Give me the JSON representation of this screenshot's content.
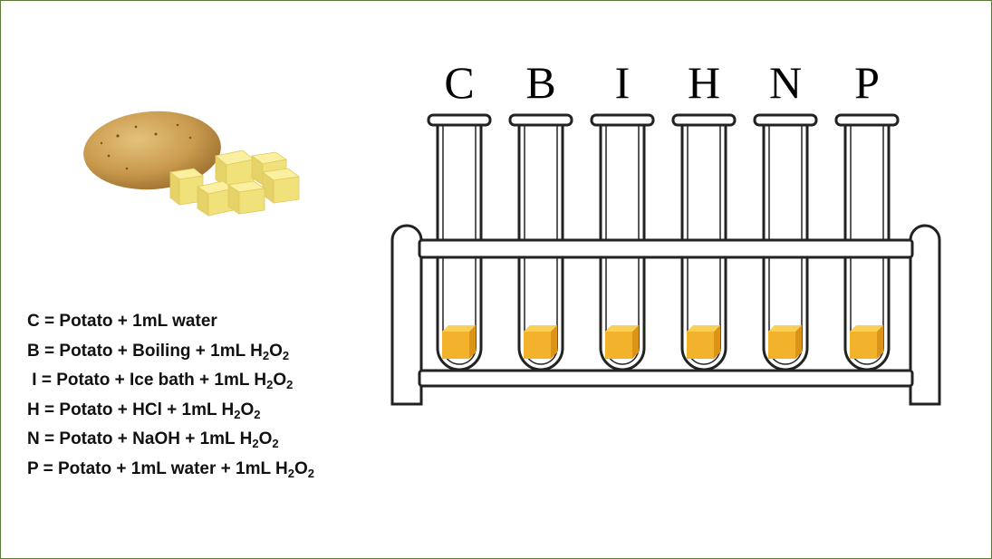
{
  "tubes": [
    {
      "letter": "C"
    },
    {
      "letter": "B"
    },
    {
      "letter": "I"
    },
    {
      "letter": "H"
    },
    {
      "letter": "N"
    },
    {
      "letter": "P"
    }
  ],
  "legend": [
    {
      "label": "C",
      "sep": " = ",
      "text": "Potato + 1mL water",
      "suffix": false
    },
    {
      "label": "B",
      "sep": " = ",
      "text": "Potato + Boiling + 1mL H",
      "suffix": true
    },
    {
      "label": " I",
      "sep": " = ",
      "text": "Potato + Ice bath + 1mL H",
      "suffix": true
    },
    {
      "label": "H",
      "sep": " = ",
      "text": "Potato + HCl + 1mL H",
      "suffix": true
    },
    {
      "label": "N",
      "sep": " = ",
      "text": "Potato + NaOH + 1mL H",
      "suffix": true
    },
    {
      "label": "P",
      "sep": " = ",
      "text": "Potato + 1mL water + 1mL H",
      "suffix": true
    }
  ],
  "formula": {
    "sub1": "2",
    "mid": "O",
    "sub2": "2"
  },
  "colors": {
    "cube_front": "#f3b22c",
    "cube_top": "#f9cf55",
    "cube_side": "#dc9418",
    "potato_skin": "#c99a4e",
    "potato_flesh": "#f1e17a",
    "frame_border": "#5a7a3a"
  }
}
